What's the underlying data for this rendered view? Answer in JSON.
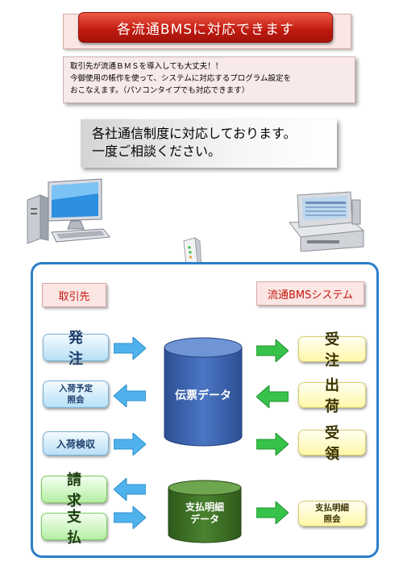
{
  "banner": {
    "title": "各流通BMSに対応できます"
  },
  "info_box": {
    "line1": "取引先が流通ＢＭＳを導入しても大丈夫！！",
    "line2": "今御使用の帳作を使って、システムに対応するプログラム設定を",
    "line3": "おこなえます。（パソコンタイプでも対応できます）"
  },
  "notice": {
    "line1": "各社通信制度に対応しております。",
    "line2": "一度ご相談ください。"
  },
  "diagram": {
    "left_heading": "取引先",
    "right_heading": "流通BMSシステム",
    "left_items": {
      "order": "発　注",
      "arrival_schedule_line1": "入荷予定",
      "arrival_schedule_line2": "照会",
      "inspection": "入荷検収",
      "billing": "請　求",
      "payment": "支　払"
    },
    "right_items": {
      "receive_order": "受　注",
      "shipment": "出　荷",
      "receipt": "受　領",
      "payment_detail_line1": "支払明細",
      "payment_detail_line2": "照会"
    },
    "center": {
      "slip_data": "伝票データ",
      "payment_data_line1": "支払明細",
      "payment_data_line2": "データ"
    }
  },
  "colors": {
    "banner_red": "#c0190f",
    "frame_blue": "#2c7ec9",
    "arrow_blue": "#4fb2ec",
    "arrow_green": "#37c24a",
    "cylinder_blue": "#3b63ad",
    "cylinder_green": "#3b6e22"
  }
}
